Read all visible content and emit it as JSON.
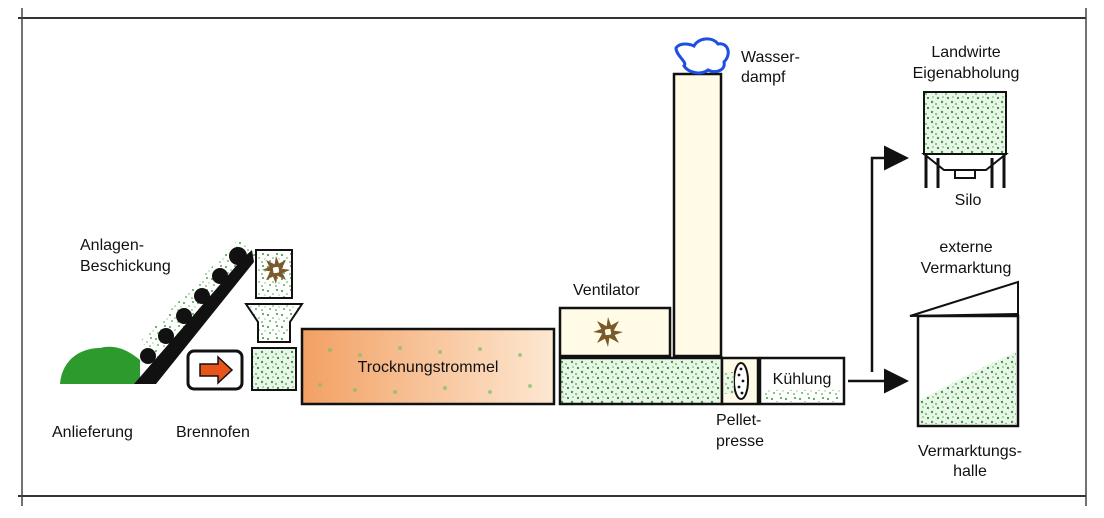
{
  "labels": {
    "anlagen_beschickung": [
      "Anlagen-",
      "Beschickung"
    ],
    "anlieferung": "Anlieferung",
    "brennofen": "Brennofen",
    "trocknungstrommel": "Trocknungstrommel",
    "ventilator": "Ventilator",
    "wasserdampf": [
      "Wasser-",
      "dampf"
    ],
    "pelletpresse": [
      "Pellet-",
      "presse"
    ],
    "kuehlung": "Kühlung",
    "landwirte": [
      "Landwirte",
      "Eigenabholung"
    ],
    "silo": "Silo",
    "externe": [
      "externe",
      "Vermarktung"
    ],
    "vermarktungshalle": [
      "Vermarktungs-",
      "halle"
    ]
  },
  "colors": {
    "frame": "#333333",
    "pile_green": "#2c9a2c",
    "speckle_green": "#4aa84a",
    "drum_orange": "#f2a063",
    "drum_light": "#fde8d2",
    "cream": "#fffbe6",
    "cloud_blue": "#1d4fe0",
    "fire_orange": "#e9541b",
    "fan_brown": "#7a5a2a"
  },
  "icons": {
    "burner": "arrow-right-icon",
    "fans": "fan-icon",
    "steam": "steam-cloud-icon"
  }
}
